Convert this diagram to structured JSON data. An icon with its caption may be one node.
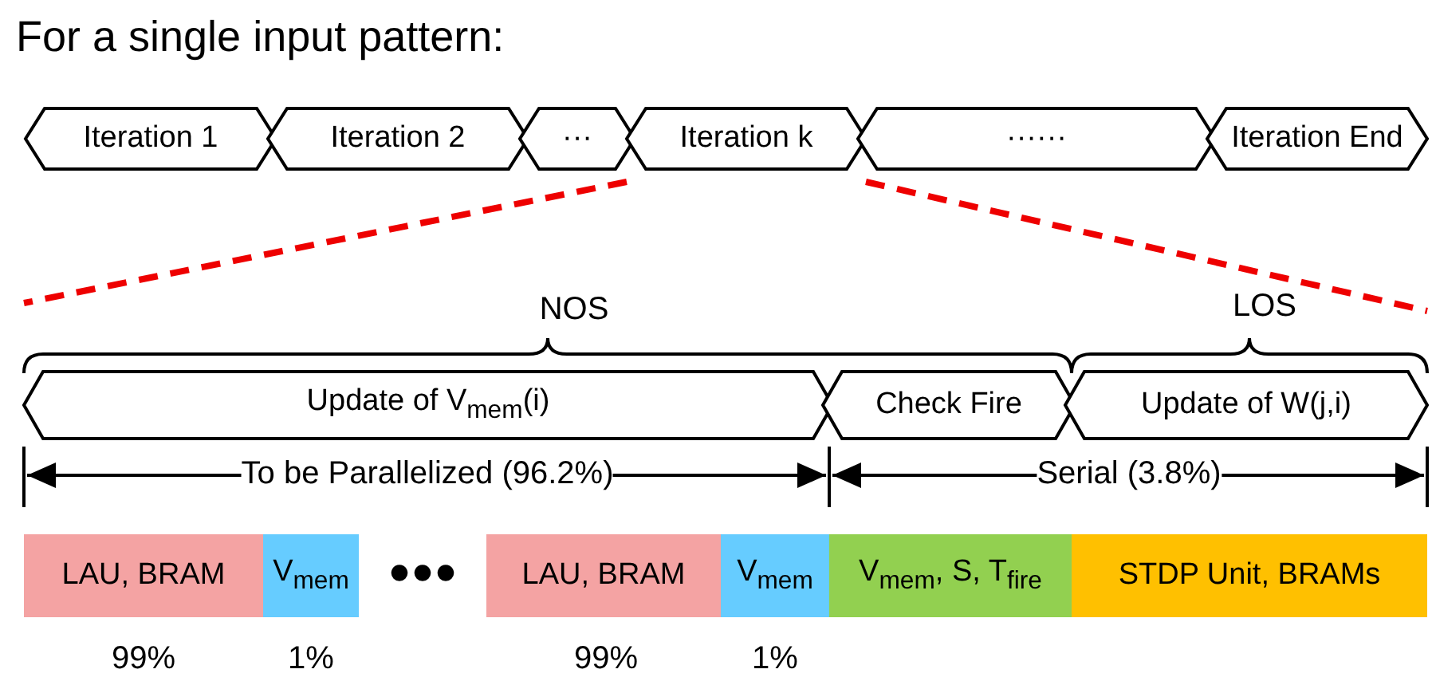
{
  "diagram": {
    "title": "For a single input pattern:",
    "nodes": [
      {
        "text": [
          "Iteration 1"
        ]
      },
      {
        "text": [
          "Iteration 2"
        ]
      },
      {
        "text": [
          "···"
        ]
      },
      {
        "text": [
          "Iteration k"
        ]
      },
      {
        "text": [
          "······"
        ]
      },
      {
        "text": [
          "Iteration End"
        ]
      },
      {
        "text": [
          "Update of V$_{mem}$(i)"
        ]
      },
      {
        "text": [
          "Check Fire"
        ]
      },
      {
        "text": [
          "Update of W(j,i)"
        ]
      },
      {
        "text": [
          "LAU,   BRAM"
        ]
      },
      {
        "text": [
          "V$_{mem}$"
        ]
      },
      {
        "text": [
          "LAU,   BRAM"
        ]
      },
      {
        "text": [
          "V$_{mem}$"
        ]
      },
      {
        "text": [
          "V$_{mem}$, S, T$_{fire}$"
        ]
      },
      {
        "text": [
          "STDP Unit,   BRAMs"
        ]
      }
    ],
    "labels": [
      "NOS",
      "LOS",
      "To be Parallelized (96.2%)",
      "Serial (3.8%)",
      "●●●",
      "99%",
      "1%",
      "99%",
      "1%"
    ]
  }
}
